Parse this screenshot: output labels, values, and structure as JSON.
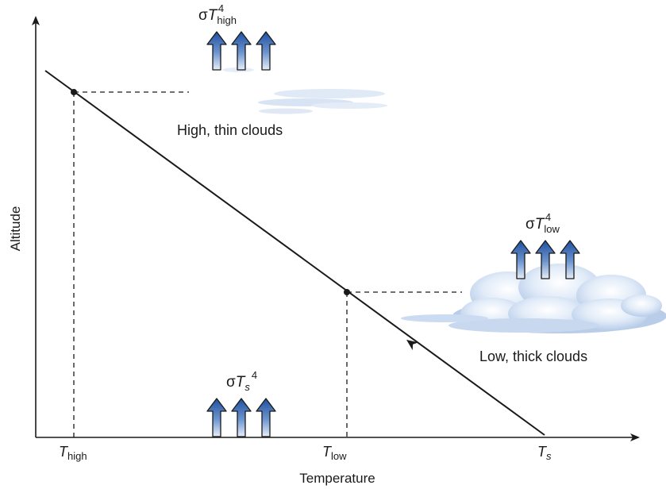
{
  "axes": {
    "x_label": "Temperature",
    "y_label": "Altitude"
  },
  "ticks": {
    "t_high": {
      "main": "T",
      "sub": "high"
    },
    "t_low": {
      "main": "T",
      "sub": "low"
    },
    "t_s": {
      "main": "T",
      "sub": "s"
    }
  },
  "clouds": {
    "high": {
      "caption": "High, thin clouds"
    },
    "low": {
      "caption": "Low, thick clouds"
    }
  },
  "emission": {
    "high": {
      "sigma": "σ",
      "T": "T",
      "sub": "high",
      "sup": "4"
    },
    "low": {
      "sigma": "σ",
      "T": "T",
      "sub": "low",
      "sup": "4"
    },
    "surface": {
      "sigma": "σ",
      "T": "T",
      "sub": "s",
      "sup": "4"
    }
  },
  "colors": {
    "arrow_top": "#1f4f9e",
    "arrow_bottom": "#dfeaf8",
    "cloud": "#c9daf0",
    "line": "#1a1a1a"
  },
  "icons": {
    "radiation_arrow": "up-arrow-icon"
  }
}
